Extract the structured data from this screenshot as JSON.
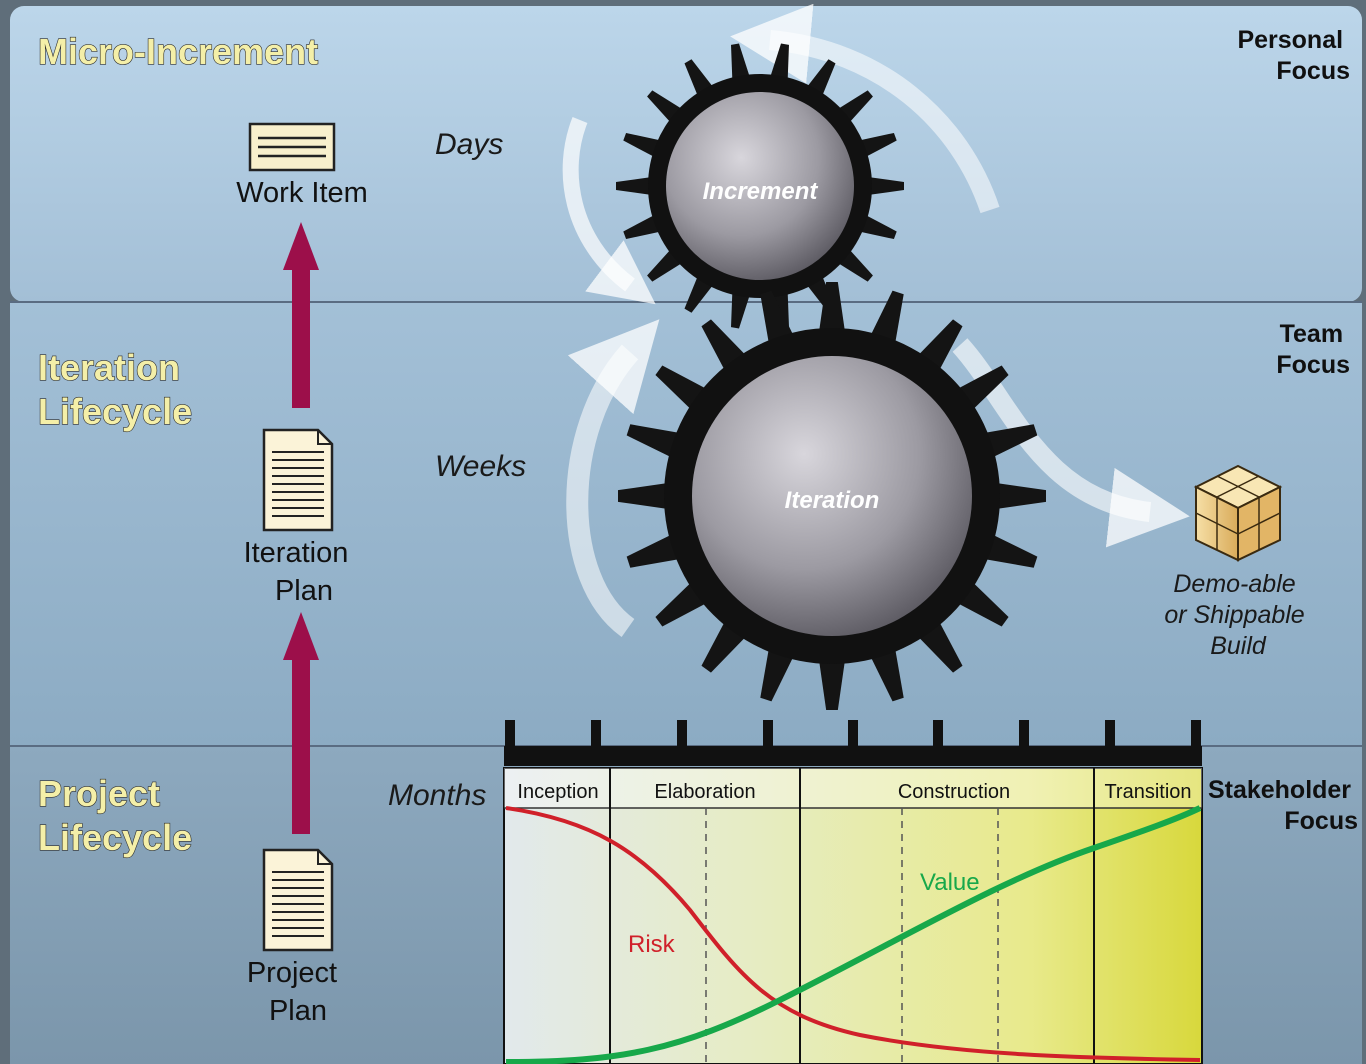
{
  "bands": [
    {
      "title_lines": [
        "Micro-Increment"
      ],
      "focus_lines": [
        "Personal",
        "Focus"
      ],
      "time_unit": "Days"
    },
    {
      "title_lines": [
        "Iteration",
        "Lifecycle"
      ],
      "focus_lines": [
        "Team",
        "Focus"
      ],
      "time_unit": "Weeks"
    },
    {
      "title_lines": [
        "Project",
        "Lifecycle"
      ],
      "focus_lines": [
        "Stakeholder",
        "Focus"
      ],
      "time_unit": "Months"
    }
  ],
  "artifacts": {
    "work_item": "Work Item",
    "iteration_plan": [
      "Iteration",
      "Plan"
    ],
    "project_plan": [
      "Project",
      "Plan"
    ]
  },
  "gears": {
    "increment": "Increment",
    "iteration": "Iteration"
  },
  "build": [
    "Demo-able",
    "or Shippable",
    "Build"
  ],
  "phases": [
    "Inception",
    "Elaboration",
    "Construction",
    "Transition"
  ],
  "curves": {
    "risk_label": "Risk",
    "value_label": "Value"
  },
  "colors": {
    "arrow": "#9c0f4a",
    "risk": "#d0202a",
    "value": "#17a84a",
    "title_fill": "#f4efa8"
  },
  "icons": {
    "work_item": "card-icon",
    "iteration_plan": "document-icon",
    "project_plan": "document-icon",
    "build": "box-icon"
  }
}
